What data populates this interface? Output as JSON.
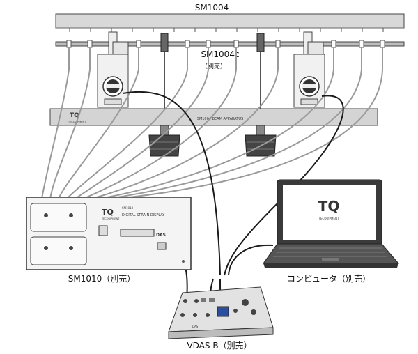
{
  "labels": {
    "beam_top": "SM1004",
    "beam_accessory": "SM1004c",
    "beam_accessory_note": "（別売）",
    "beam_plate": "SM1004 BEAM APPARATUS",
    "strain_unit": "SM1010（別売）",
    "strain_unit_title": "DIGITAL STRAIN DISPLAY",
    "strain_unit_model": "SM1010",
    "das_port": "DAS",
    "logo": "TQ",
    "brand": "TECQUIPMENT",
    "computer": "コンピュータ（別売）",
    "daq": "VDAS-B（別売）"
  },
  "colors": {
    "frame": "#cfcfcf",
    "frame_stroke": "#444444",
    "cable_grey": "#9a9a9a",
    "cable_black": "#1a1a1a",
    "panel": "#f4f4f4"
  }
}
